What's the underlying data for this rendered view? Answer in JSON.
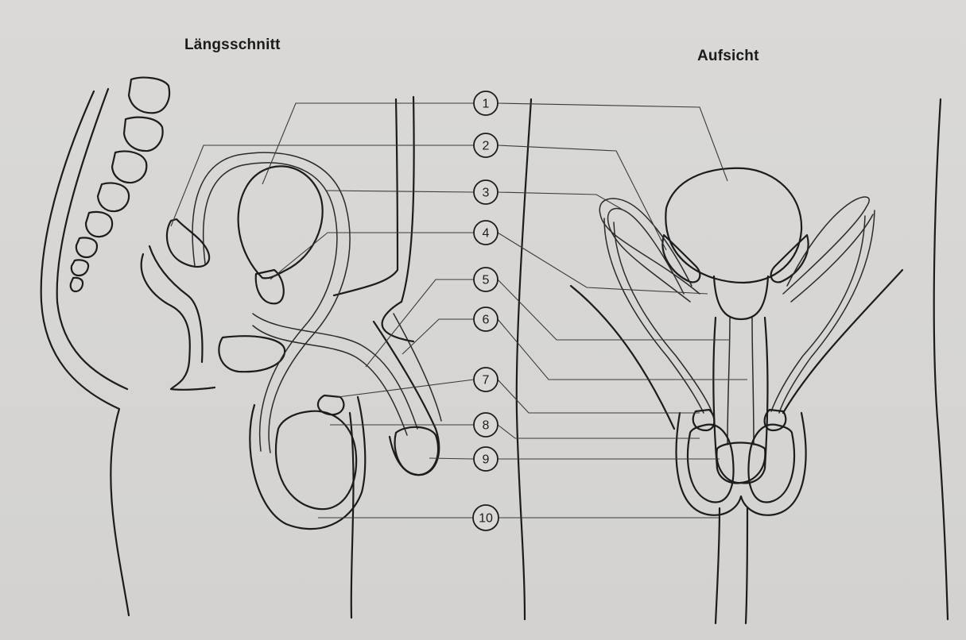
{
  "titles": {
    "left": "Längsschnitt",
    "right": "Aufsicht"
  },
  "labels": [
    "1",
    "2",
    "3",
    "4",
    "5",
    "6",
    "7",
    "8",
    "9",
    "10"
  ]
}
